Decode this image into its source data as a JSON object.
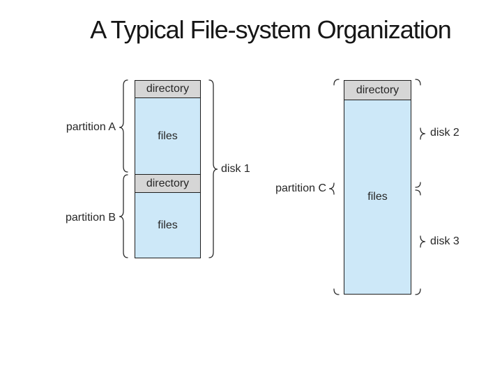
{
  "title": "A Typical File-system Organization",
  "figure": {
    "left_column": {
      "disk_label": "disk 1",
      "partition_a": {
        "label": "partition A",
        "directory": "directory",
        "files": "files"
      },
      "partition_b": {
        "label": "partition B",
        "directory": "directory",
        "files": "files"
      }
    },
    "right_column": {
      "partition_c": {
        "label": "partition C",
        "directory": "directory",
        "files": "files"
      },
      "disk2_label": "disk 2",
      "disk3_label": "disk 3"
    }
  },
  "colors": {
    "directory_band": "#d6d6d6",
    "files_fill": "#cde8f8",
    "box_border": "#1c1c1c",
    "brace_stroke": "#2b2b2b",
    "label_text": "#262626",
    "title_text": "#161616",
    "background": "#ffffff"
  }
}
